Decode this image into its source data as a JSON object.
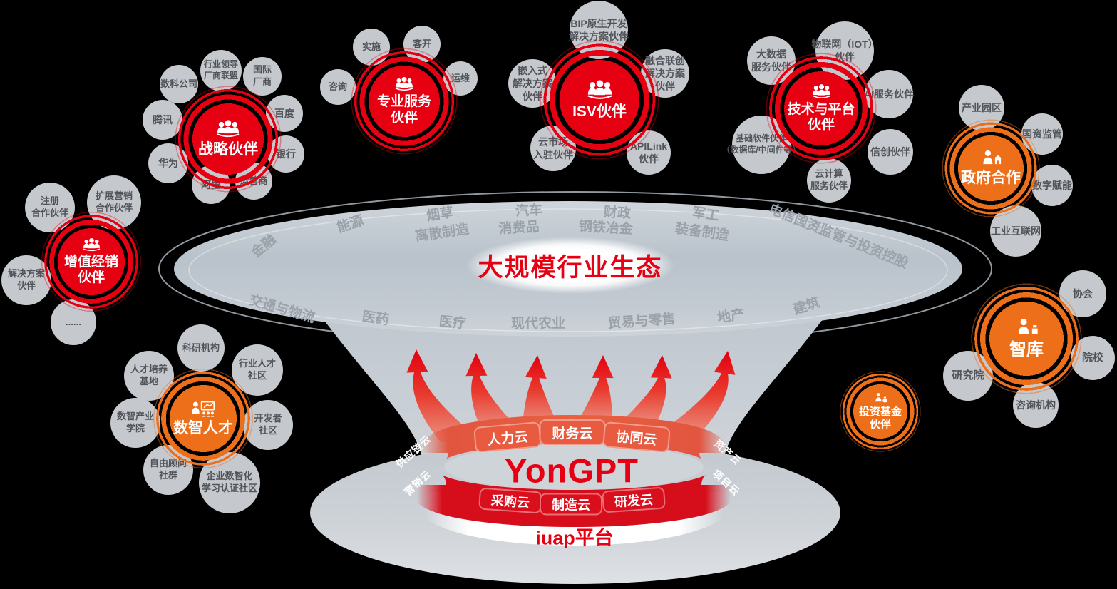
{
  "center_title": "大规模行业生态",
  "platform": {
    "name": "YonGPT",
    "base": "iuap平台"
  },
  "ring_clouds": {
    "top": [
      "人力云",
      "财务云",
      "协同云"
    ],
    "bottom": [
      "采购云",
      "制造云",
      "研发云"
    ],
    "left": [
      "供应链云",
      "营销云"
    ],
    "right": [
      "资产云",
      "项目云"
    ]
  },
  "industries": [
    "金融",
    "能源",
    "烟草",
    "离散制造",
    "汽车",
    "消费品",
    "财政",
    "钢铁冶金",
    "军工",
    "装备制造",
    "电信国资监管与投资控股",
    "交通与物流",
    "医药",
    "医疗",
    "现代农业",
    "贸易与零售",
    "地产",
    "建筑"
  ],
  "clusters": [
    {
      "id": "strategic-partners",
      "label": "战略伙伴",
      "color": "red",
      "satellites": [
        "数科公司",
        "行业领导\n厂商联盟",
        "国际\n厂商",
        "百度",
        "银行",
        "运营商",
        "阿里",
        "华为",
        "腾讯"
      ]
    },
    {
      "id": "professional-service-partners",
      "label": "专业服务\n伙伴",
      "color": "red",
      "satellites": [
        "咨询",
        "实施",
        "客开",
        "运维"
      ]
    },
    {
      "id": "isv-partners",
      "label": "ISV伙伴",
      "color": "red",
      "satellites": [
        "BIP原生开发\n解决方案伙伴",
        "融合联创\n解决方案\n伙伴",
        "APILink\n伙伴",
        "云市场\n入驻伙伴",
        "嵌入式\n解决方案\n伙伴"
      ]
    },
    {
      "id": "tech-platform-partners",
      "label": "技术与平台\n伙伴",
      "color": "red",
      "satellites": [
        "大数据\n服务伙伴",
        "物联网（IOT）\n伙伴",
        "AI服务伙伴",
        "信创伙伴",
        "云计算\n服务伙伴",
        "基础软件伙伴\n（数据库/中间件等）"
      ]
    },
    {
      "id": "government-cooperation",
      "label": "政府合作",
      "color": "orange",
      "satellites": [
        "产业园区",
        "国资监管",
        "数字赋能",
        "工业互联网"
      ]
    },
    {
      "id": "think-tank",
      "label": "智库",
      "color": "orange",
      "satellites": [
        "协会",
        "院校",
        "研究院",
        "咨询机构"
      ]
    },
    {
      "id": "investment-fund-partners",
      "label": "投资基金\n伙伴",
      "color": "orange",
      "satellites": []
    },
    {
      "id": "digital-talent",
      "label": "数智人才",
      "color": "orange",
      "satellites": [
        "科研机构",
        "行业人才\n社区",
        "开发者\n社区",
        "企业数智化\n学习认证社区",
        "自由顾问\n社群",
        "数智产业\n学院",
        "人才培养\n基地"
      ]
    },
    {
      "id": "value-added-reseller-partners",
      "label": "增值经销\n伙伴",
      "color": "red",
      "satellites": [
        "注册\n合作伙伴",
        "扩展营销\n合作伙伴",
        "解决方案\n伙伴",
        "......"
      ]
    }
  ],
  "colors": {
    "red": "#e60012",
    "orange": "#ed6f1a",
    "satellite": "#c5c9ce",
    "industry_text": "#9aa1a9",
    "band_light": "#e25540",
    "band_dark": "#d60d1a"
  }
}
